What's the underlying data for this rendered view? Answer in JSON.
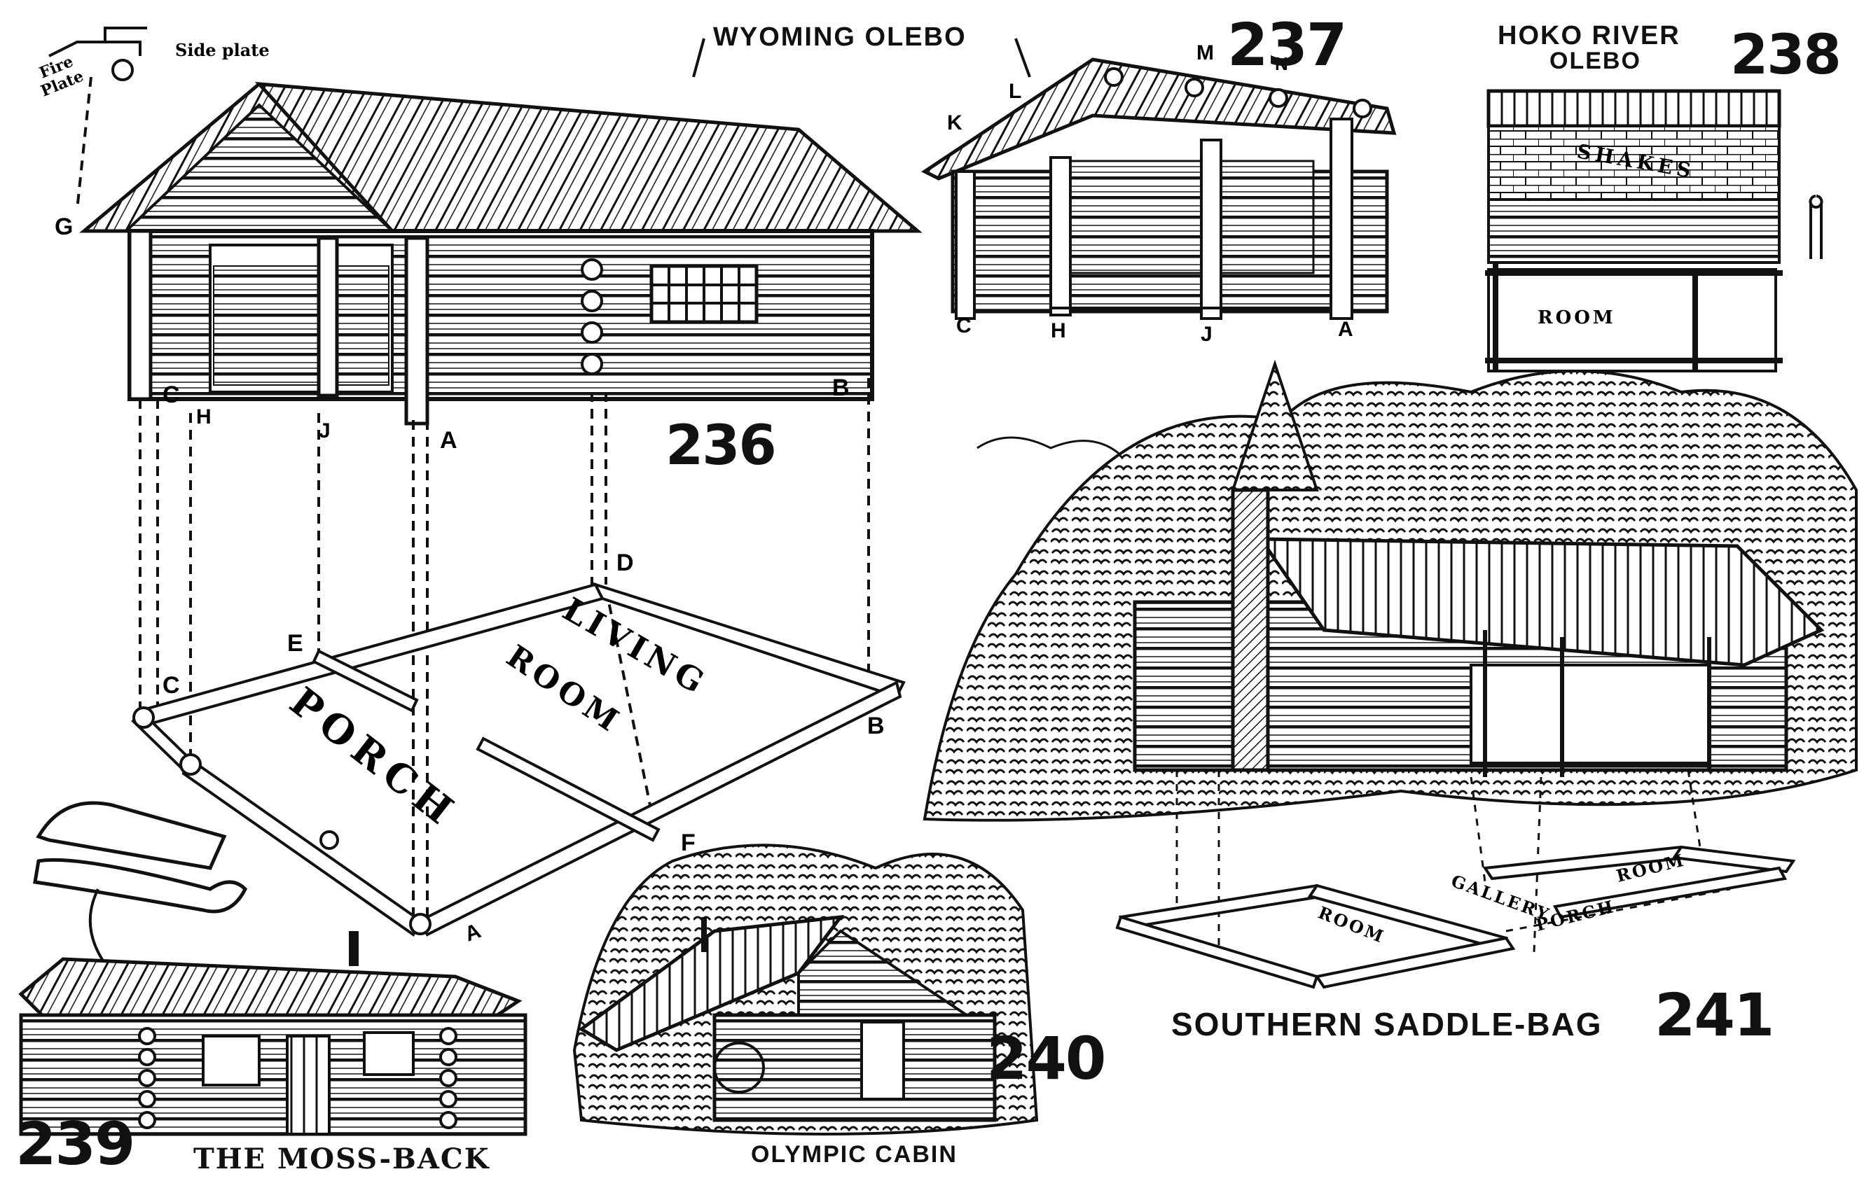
{
  "captions": {
    "wyoming": "WYOMING OLEBO",
    "hoko_line1": "HOKO RIVER",
    "hoko_line2": "OLEBO",
    "saddle_bag": "SOUTHERN SADDLE-BAG",
    "moss_back": "THE MOSS-BACK",
    "olympic": "OLYMPIC CABIN"
  },
  "figure_numbers": {
    "f236": "236",
    "f237": "237",
    "f238": "238",
    "f239": "239",
    "f240": "240",
    "f241": "241"
  },
  "fig236": {
    "side_plate": "Side plate",
    "fire_plate_1": "Fire",
    "fire_plate_2": "Plate",
    "letters": {
      "G": "G",
      "C_top": "C",
      "H_top": "H",
      "J_top": "J",
      "A_top": "A",
      "B_top": "B",
      "D": "D",
      "E": "E",
      "C_floor": "C",
      "B_floor": "B",
      "F": "F",
      "A_floor": "A"
    },
    "living": "LIVING",
    "room": "ROOM",
    "porch": "PORCH"
  },
  "fig237": {
    "letters": {
      "K": "K",
      "L": "L",
      "M": "M",
      "N": "N",
      "C": "C",
      "H": "H",
      "J": "J",
      "A": "A"
    }
  },
  "fig238": {
    "shakes": "SHAKES",
    "room": "ROOM"
  },
  "fig241": {
    "room_left": "ROOM",
    "room_right": "ROOM",
    "gallery": "GALLERY",
    "porch": "PORCH"
  }
}
